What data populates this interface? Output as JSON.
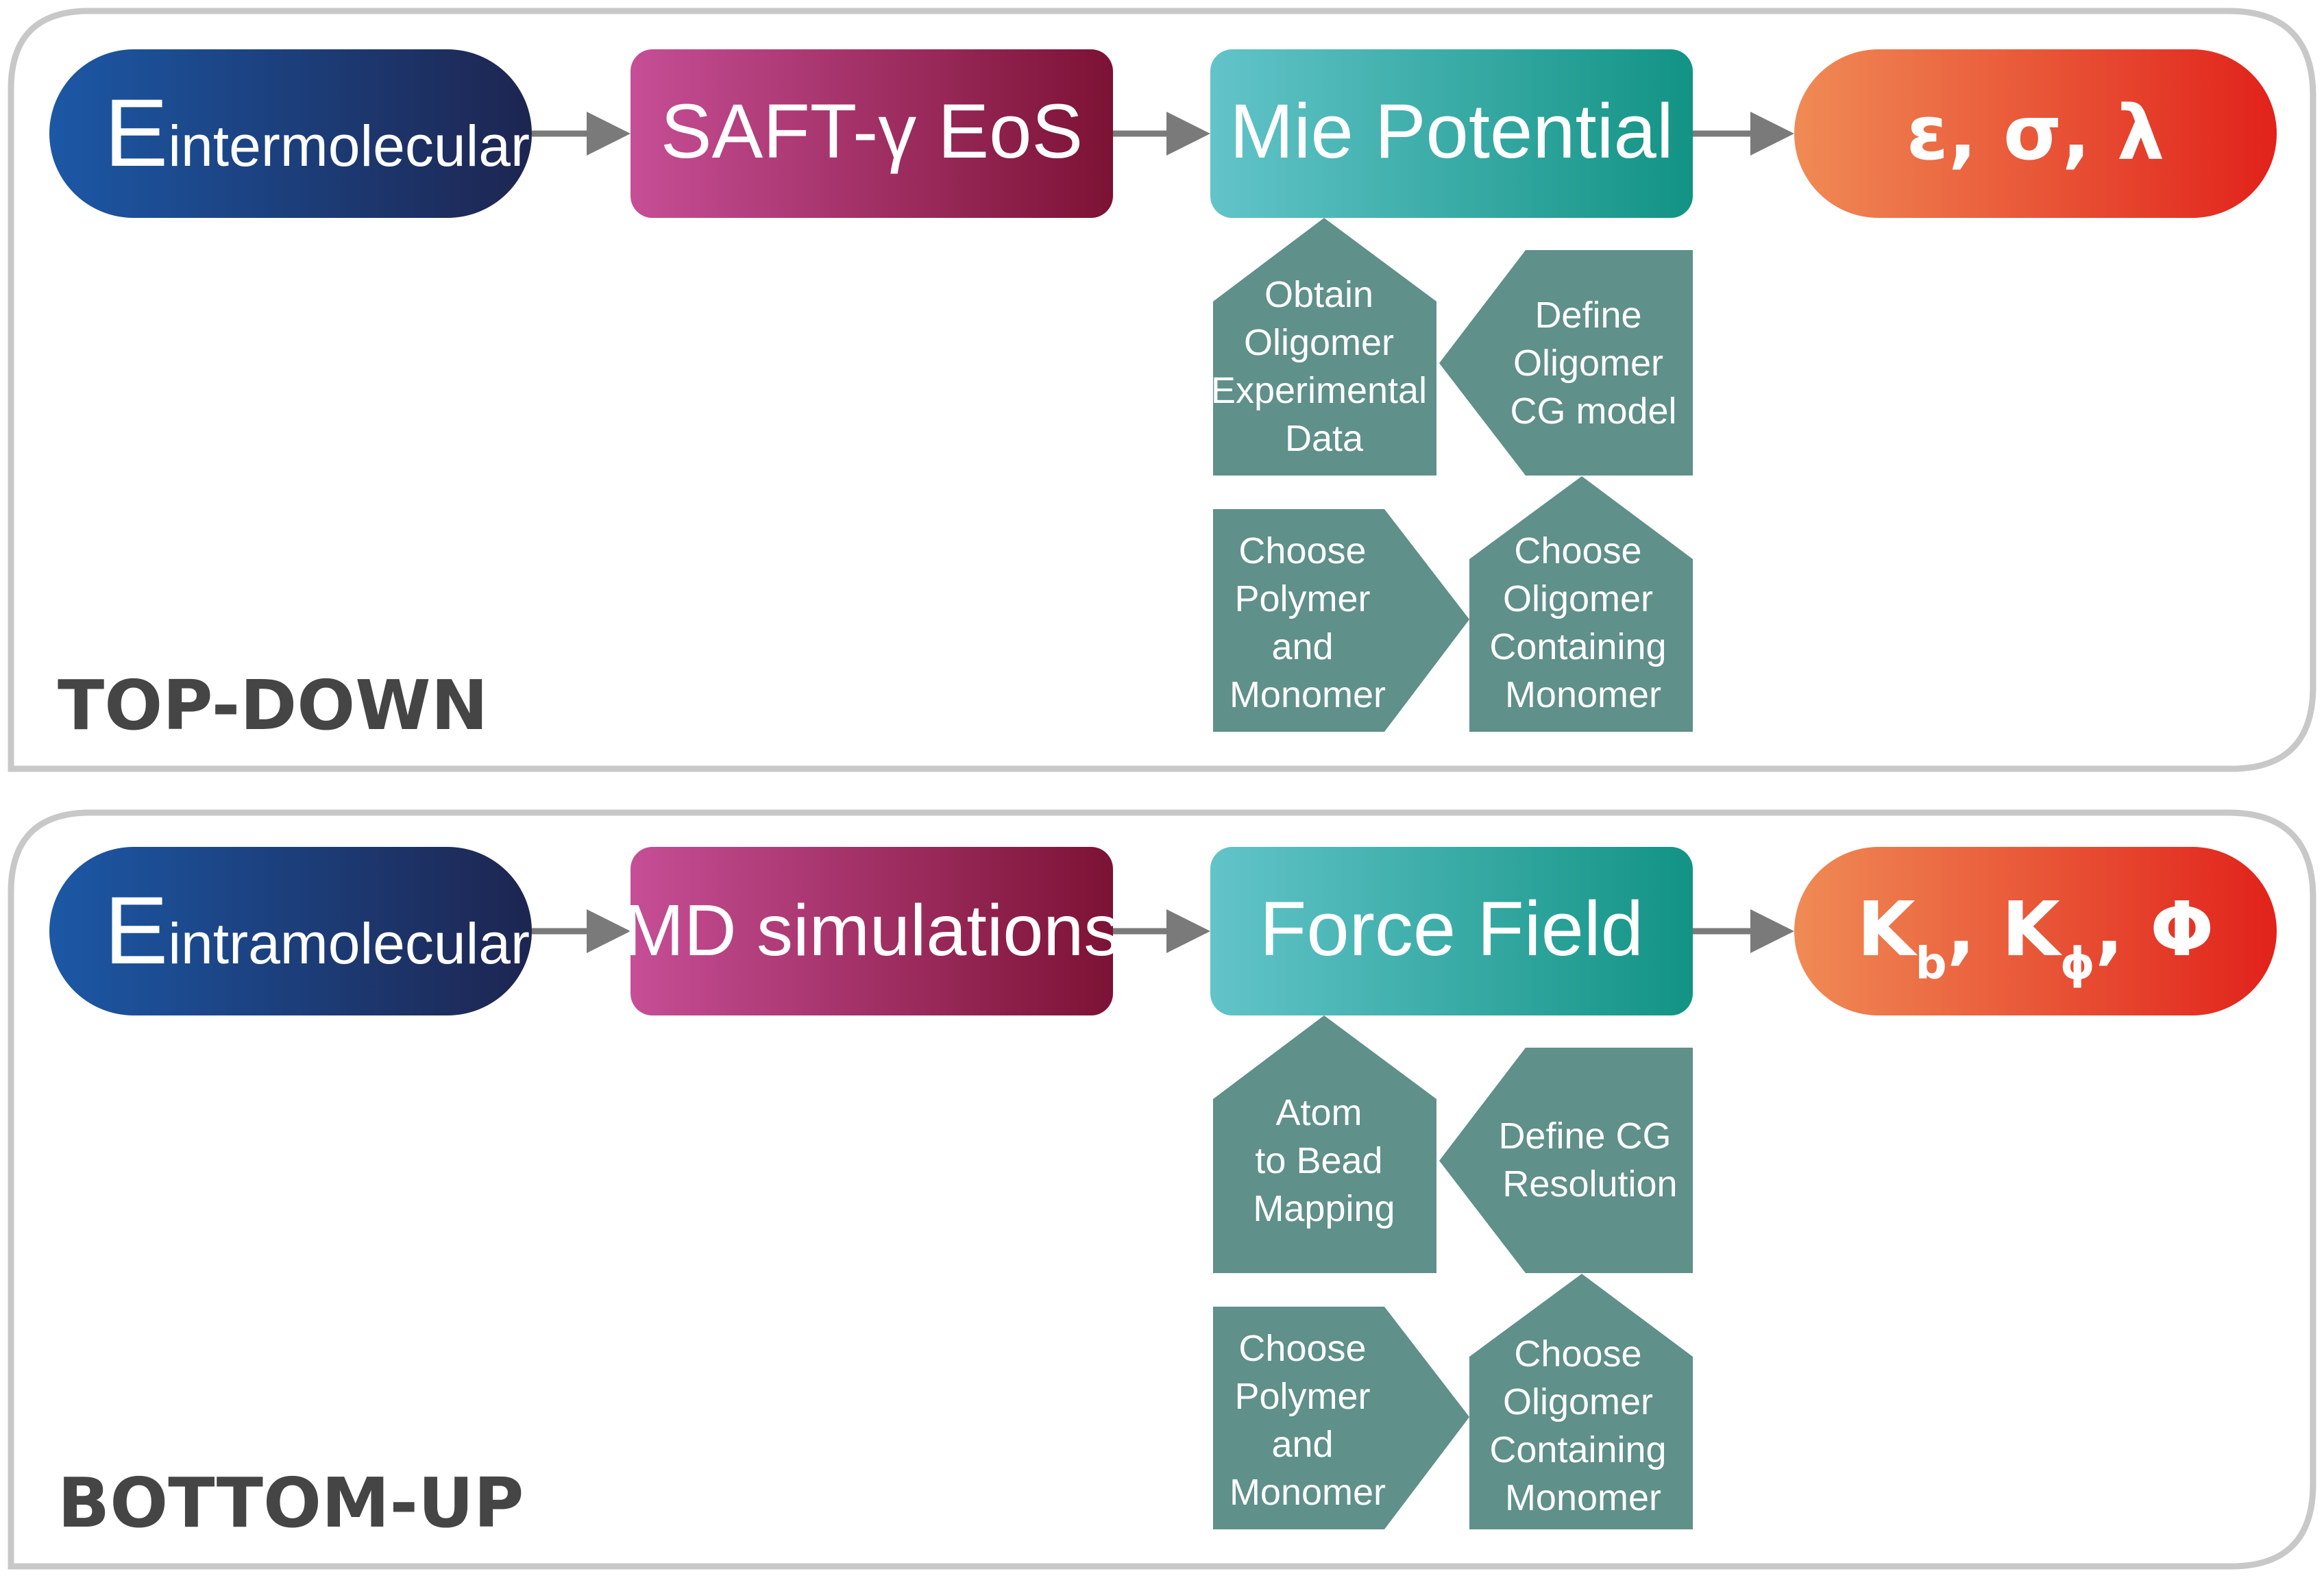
{
  "colors": {
    "panel_border": "#c8c8c8",
    "arrow": "#7a7a7a",
    "step_fill": "#5f908a",
    "step_text": "#ffffff",
    "label_text": "#454545",
    "energy_gradient": [
      "#1c58a6",
      "#1d2550"
    ],
    "method_gradient": [
      "#c64e96",
      "#7c1234"
    ],
    "model_gradient": [
      "#62c4c9",
      "#129384"
    ],
    "params_gradient": [
      "#f08b55",
      "#e1221b"
    ]
  },
  "top_down": {
    "label": "TOP-DOWN",
    "energy": {
      "main": "E",
      "sub": "intermolecular"
    },
    "method": "SAFT-γ EoS",
    "model": "Mie Potential",
    "params": "ε, σ, λ",
    "steps": {
      "obtain_data": [
        "Obtain",
        "Oligomer",
        "Experimental",
        "Data"
      ],
      "define_model": [
        "Define",
        "Oligomer",
        "CG model"
      ],
      "choose_polymer": [
        "Choose",
        "Polymer",
        "and",
        "Monomer"
      ],
      "choose_oligomer": [
        "Choose",
        "Oligomer",
        "Containing",
        "Monomer"
      ]
    }
  },
  "bottom_up": {
    "label": "BOTTOM-UP",
    "energy": {
      "main": "E",
      "sub": "intramolecular"
    },
    "method": "MD simulations",
    "model": "Force Field",
    "params": {
      "k1": "K",
      "k1_sub": "b",
      "sep1": ", ",
      "k2": "K",
      "k2_sub": "ϕ",
      "sep2": ", ",
      "phi": "Φ"
    },
    "steps": {
      "mapping": [
        "Atom",
        "to Bead",
        "Mapping"
      ],
      "define_resolution": [
        "Define CG",
        "Resolution"
      ],
      "choose_polymer": [
        "Choose",
        "Polymer",
        "and",
        "Monomer"
      ],
      "choose_oligomer": [
        "Choose",
        "Oligomer",
        "Containing",
        "Monomer"
      ]
    }
  }
}
